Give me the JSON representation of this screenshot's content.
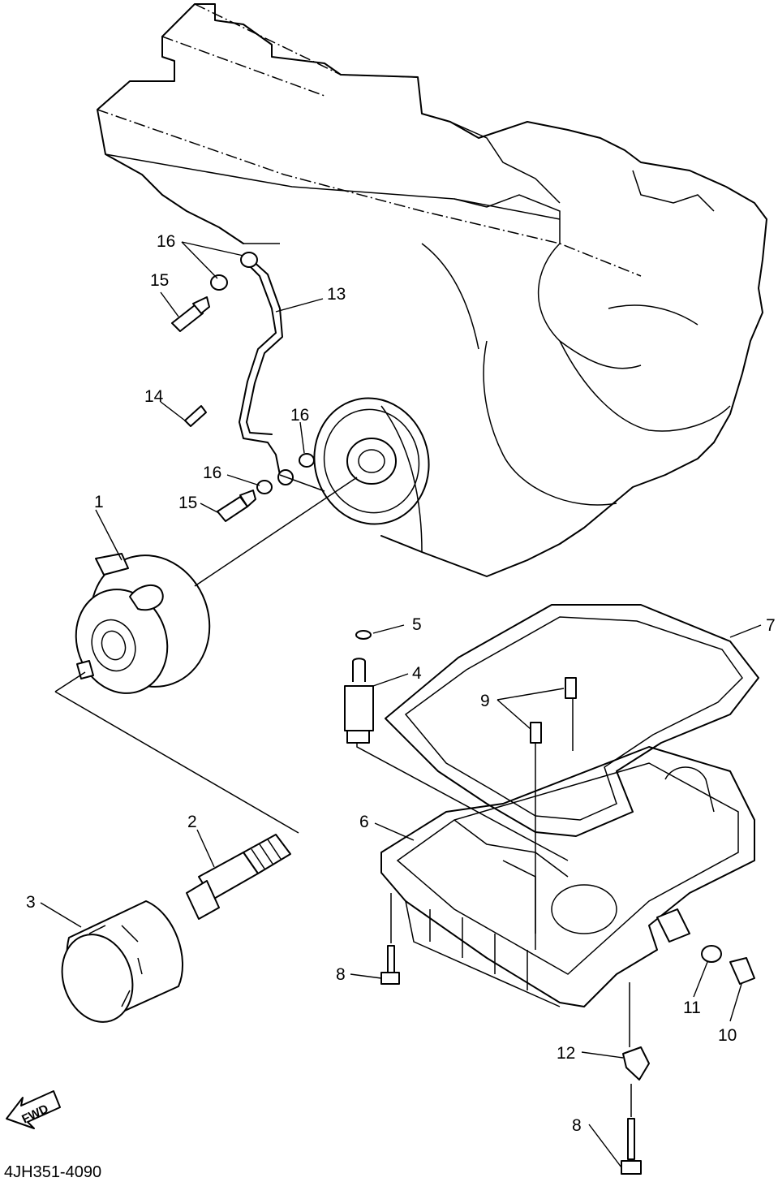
{
  "diagram_code": "4JH351-4090",
  "fwd_label": "FWD",
  "callouts": {
    "c1": "1",
    "c2": "2",
    "c3": "3",
    "c4": "4",
    "c5": "5",
    "c6": "6",
    "c7": "7",
    "c8a": "8",
    "c8b": "8",
    "c9": "9",
    "c10": "10",
    "c11": "11",
    "c12": "12",
    "c13": "13",
    "c14": "14",
    "c15a": "15",
    "c15b": "15",
    "c16a": "16",
    "c16b": "16",
    "c16c": "16"
  },
  "icons": {
    "fwd_arrow": "fwd-arrow-icon"
  }
}
